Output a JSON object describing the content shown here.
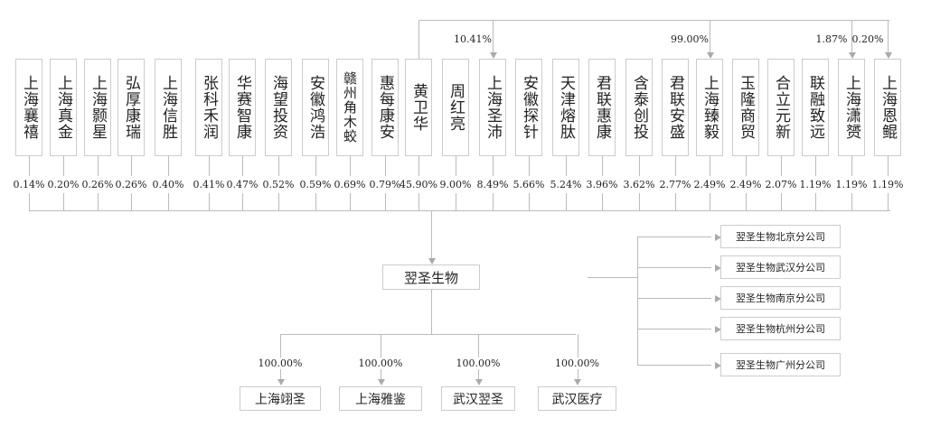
{
  "shareholders": [
    {
      "name": "上海襄禧",
      "pct": "0.14%"
    },
    {
      "name": "上海真金",
      "pct": "0.20%"
    },
    {
      "name": "上海颢星",
      "pct": "0.26%"
    },
    {
      "name": "弘厚康瑞",
      "pct": "0.26%"
    },
    {
      "name": "上海信胜",
      "pct": "0.40%"
    },
    {
      "name": "张科禾润",
      "pct": "0.41%"
    },
    {
      "name": "华赛智康",
      "pct": "0.47%"
    },
    {
      "name": "海望投资",
      "pct": "0.52%"
    },
    {
      "name": "安徽鸿浩",
      "pct": "0.59%"
    },
    {
      "name": "赣州角木蛟",
      "pct": "0.69%"
    },
    {
      "name": "惠每康安",
      "pct": "0.79%"
    },
    {
      "name": "黄卫华",
      "pct": "45.90%"
    },
    {
      "name": "周红亮",
      "pct": "9.00%"
    },
    {
      "name": "上海圣沛",
      "pct": "8.49%"
    },
    {
      "name": "安徽探针",
      "pct": "5.66%"
    },
    {
      "name": "天津熔肽",
      "pct": "5.24%"
    },
    {
      "name": "君联惠康",
      "pct": "3.96%"
    },
    {
      "name": "含泰创投",
      "pct": "3.62%"
    },
    {
      "name": "君联安盛",
      "pct": "2.77%"
    },
    {
      "name": "上海臻毅",
      "pct": "2.49%"
    },
    {
      "name": "玉隆商贸",
      "pct": "2.49%"
    },
    {
      "name": "合立元新",
      "pct": "2.07%"
    },
    {
      "name": "联融致远",
      "pct": "1.19%"
    },
    {
      "name": "上海潇赟",
      "pct": "1.19%"
    },
    {
      "name": "上海恩鲲",
      "pct": "1.19%"
    }
  ],
  "founder_holdings": [
    {
      "target": "上海圣沛",
      "pct": "10.41%"
    },
    {
      "target": "上海臻毅",
      "pct": "99.00%"
    },
    {
      "target": "上海潇赟",
      "pct": "1.87%"
    },
    {
      "target": "上海恩鲲",
      "pct": "0.20%"
    }
  ],
  "company": "翌圣生物",
  "branches": [
    "翌圣生物北京分公司",
    "翌圣生物武汉分公司",
    "翌圣生物南京分公司",
    "翌圣生物杭州分公司",
    "翌圣生物广州分公司"
  ],
  "subsidiaries": [
    {
      "name": "上海翊圣",
      "pct": "100.00%"
    },
    {
      "name": "上海雅鉴",
      "pct": "100.00%"
    },
    {
      "name": "武汉翌圣",
      "pct": "100.00%"
    },
    {
      "name": "武汉医疗",
      "pct": "100.00%"
    }
  ]
}
